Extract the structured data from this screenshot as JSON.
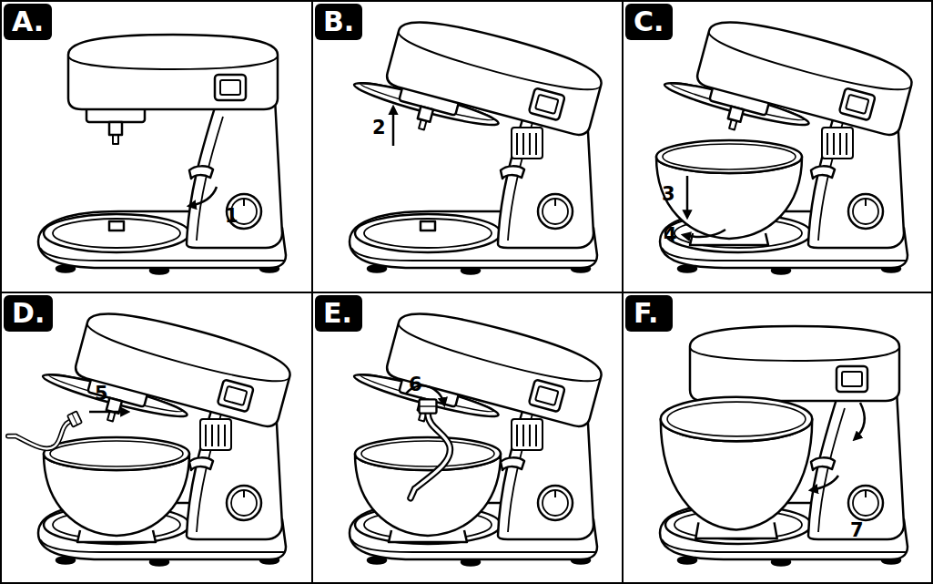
{
  "diagram": {
    "nodes": [
      {
        "text": [
          "A."
        ]
      },
      {
        "text": [
          "B."
        ]
      },
      {
        "text": [
          "C."
        ]
      },
      {
        "text": [
          "D."
        ]
      },
      {
        "text": [
          "E."
        ]
      },
      {
        "text": [
          "F."
        ]
      }
    ],
    "labels": [
      "1",
      "2",
      "3",
      "4",
      "5",
      "6",
      "7"
    ]
  }
}
